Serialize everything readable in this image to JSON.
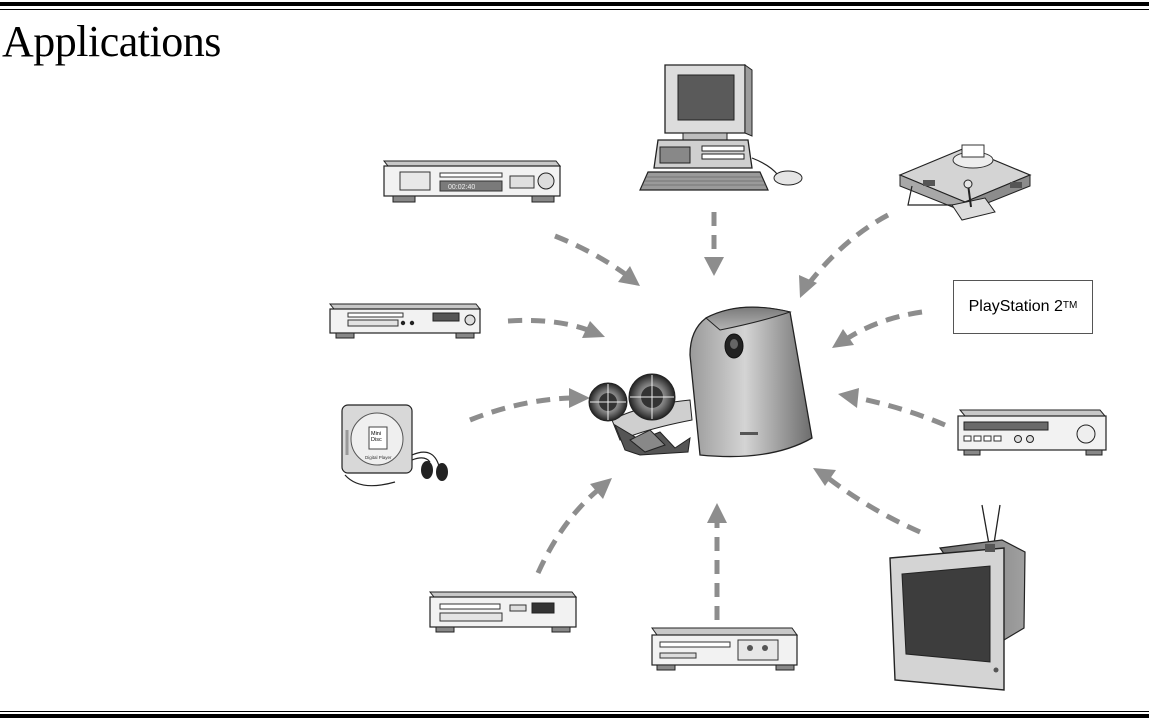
{
  "page": {
    "title": "Applications"
  },
  "devices": {
    "ps2_label": "PlayStation 2",
    "ps2_mark": "TM",
    "dvd_display": "00:02:40",
    "md_logo_line1": "Mini",
    "md_logo_line2": "Disc",
    "md_logo_line3": "Digital Player"
  },
  "colors": {
    "arrow": "#8d8d8d",
    "rule": "#000000",
    "panel": "#f2f2f2",
    "screen": "#454545"
  }
}
